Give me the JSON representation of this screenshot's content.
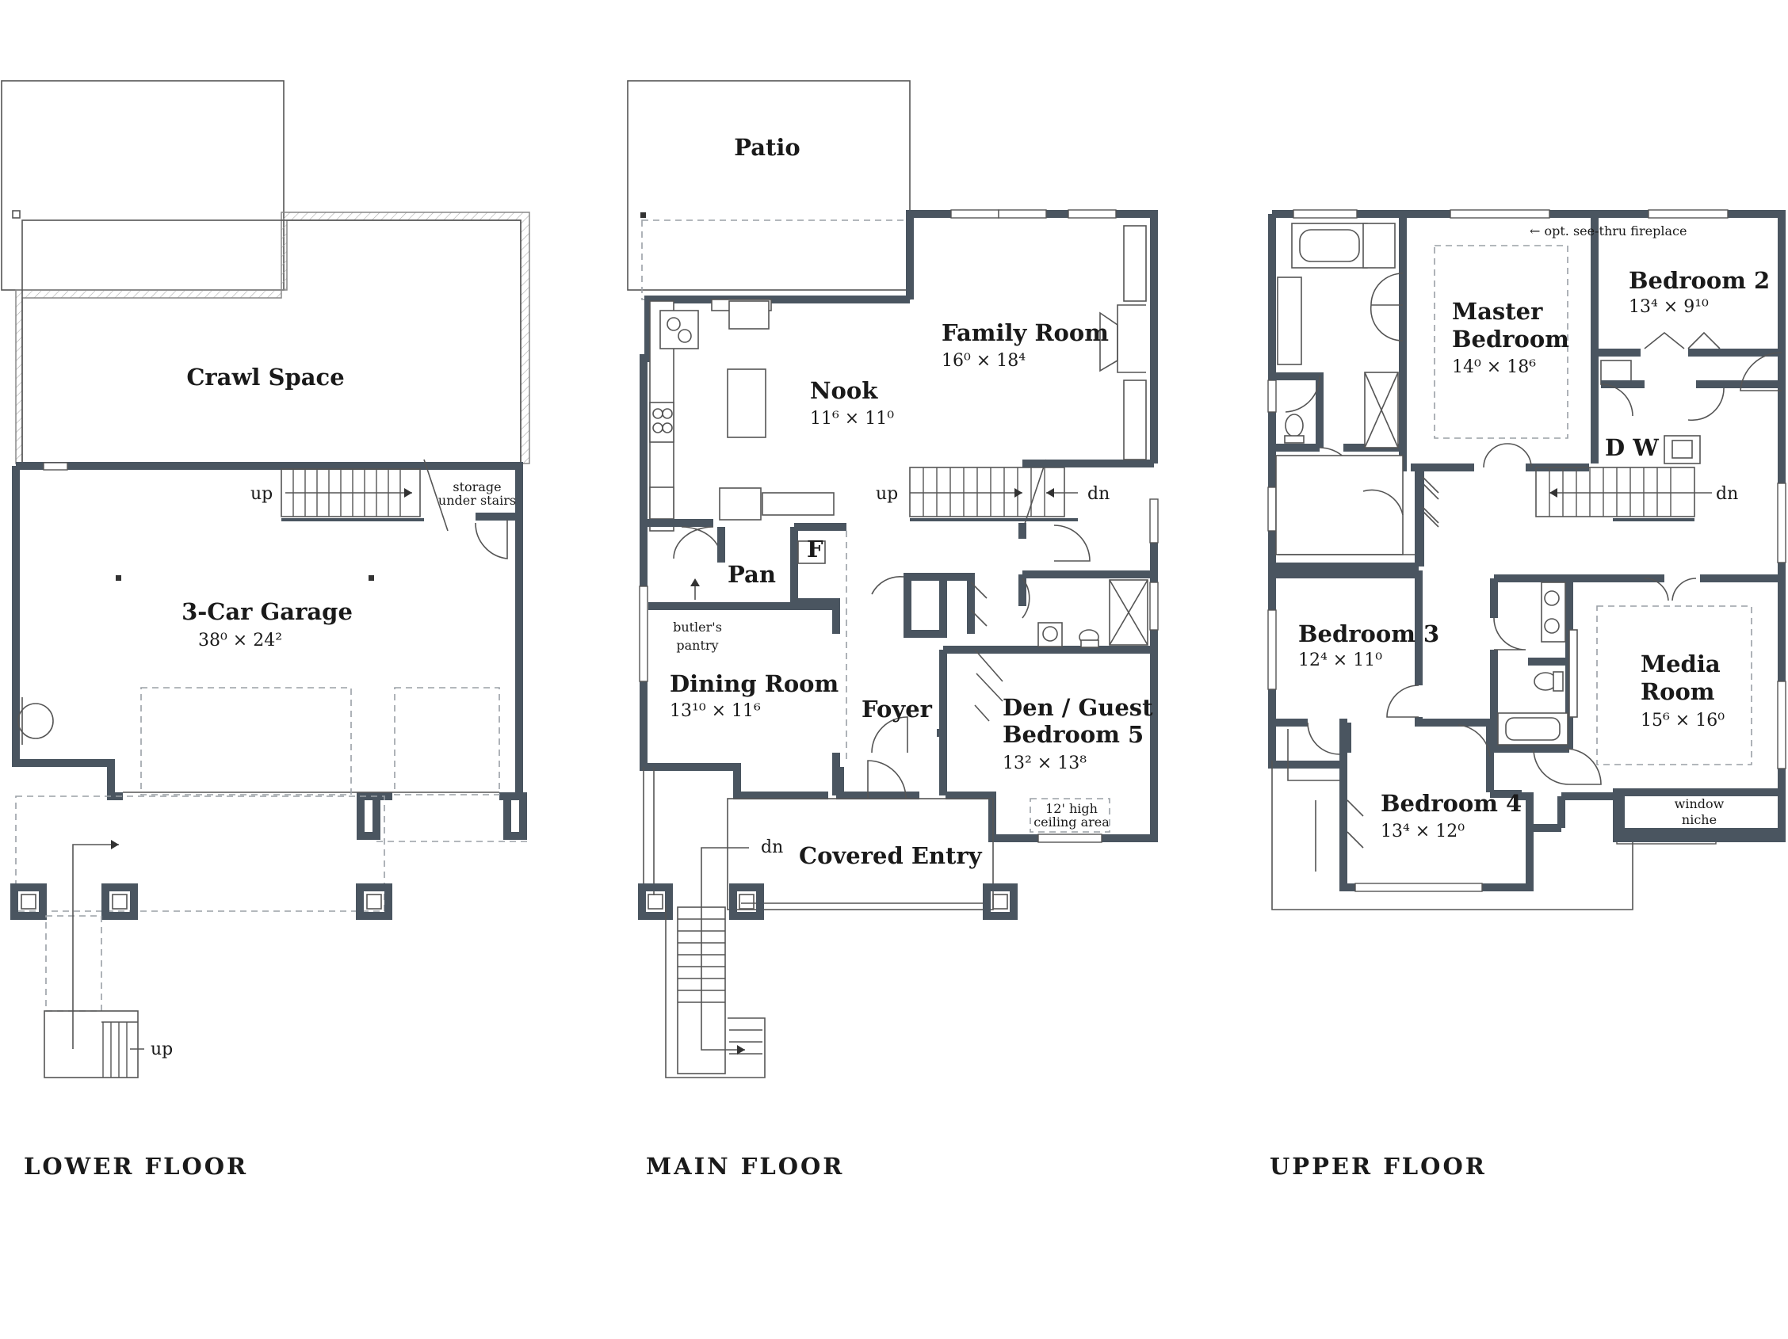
{
  "floors": {
    "lower": {
      "title": "LOWER FLOOR",
      "crawl_space": "Crawl Space",
      "garage_name": "3-Car Garage",
      "garage_dim": "38⁰ × 24²",
      "up_stairs": "up",
      "storage_line1": "storage",
      "storage_line2": "under stairs",
      "up_exterior": "up"
    },
    "main": {
      "title": "MAIN FLOOR",
      "patio": "Patio",
      "nook_name": "Nook",
      "nook_dim": "11⁶ × 11⁰",
      "family_name": "Family Room",
      "family_dim": "16⁰ × 18⁴",
      "up": "up",
      "dn_stairs": "dn",
      "pantry": "Pan",
      "fridge": "F",
      "butlers_line1": "butler's",
      "butlers_line2": "pantry",
      "dining_name": "Dining Room",
      "dining_dim": "13¹⁰ × 11⁶",
      "foyer": "Foyer",
      "den_line1": "Den / Guest",
      "den_line2": "Bedroom 5",
      "den_dim": "13² × 13⁸",
      "ceiling_line1": "12' high",
      "ceiling_line2": "ceiling area",
      "covered_entry": "Covered Entry",
      "dn_entry": "dn"
    },
    "upper": {
      "title": "UPPER FLOOR",
      "fireplace_note": "← opt. see-thru fireplace",
      "master_line1": "Master",
      "master_line2": "Bedroom",
      "master_dim": "14⁰ × 18⁶",
      "bed2_name": "Bedroom 2",
      "bed2_dim": "13⁴ × 9¹⁰",
      "dw": "D  W",
      "dn": "dn",
      "bed3_name": "Bedroom 3",
      "bed3_dim": "12⁴ × 11⁰",
      "media_line1": "Media",
      "media_line2": "Room",
      "media_dim": "15⁶ × 16⁰",
      "bed4_name": "Bedroom 4",
      "bed4_dim": "13⁴ × 12⁰",
      "niche_line1": "window",
      "niche_line2": "niche"
    }
  },
  "colors": {
    "wall": "#4a5560",
    "line": "#555555",
    "dashed": "#9aa0a6",
    "text": "#1a1a1a"
  }
}
